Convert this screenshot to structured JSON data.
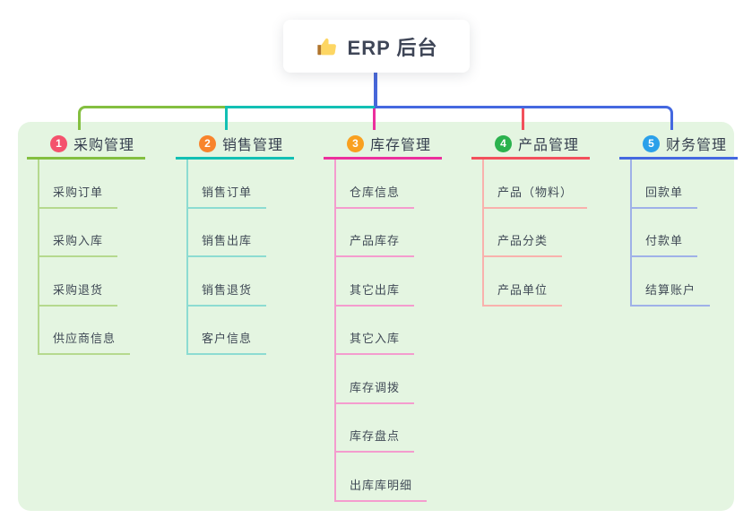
{
  "root": {
    "title": "ERP 后台",
    "icon": "thumbs-up-icon"
  },
  "colors": {
    "panel_bg": "#e4f5e1",
    "root_connector": "#4767d9"
  },
  "branches": [
    {
      "number": "1",
      "label": "采购管理",
      "line_color": "#84bf40",
      "child_line_color": "#b5d98e",
      "badge_color": "#f4526d",
      "children": [
        "采购订单",
        "采购入库",
        "采购退货",
        "供应商信息"
      ]
    },
    {
      "number": "2",
      "label": "销售管理",
      "line_color": "#12c0b4",
      "child_line_color": "#8cdcd2",
      "badge_color": "#f8842c",
      "children": [
        "销售订单",
        "销售出库",
        "销售退货",
        "客户信息"
      ]
    },
    {
      "number": "3",
      "label": "库存管理",
      "line_color": "#ec2f9d",
      "child_line_color": "#f49cce",
      "badge_color": "#f9a01f",
      "children": [
        "仓库信息",
        "产品库存",
        "其它出库",
        "其它入库",
        "库存调拨",
        "库存盘点",
        "出库库明细"
      ]
    },
    {
      "number": "4",
      "label": "产品管理",
      "line_color": "#f2505c",
      "child_line_color": "#f9b1ad",
      "badge_color": "#2bb24e",
      "children": [
        "产品（物料）",
        "产品分类",
        "产品单位"
      ]
    },
    {
      "number": "5",
      "label": "财务管理",
      "line_color": "#4468e0",
      "child_line_color": "#9fb1e8",
      "badge_color": "#2ba0ea",
      "children": [
        "回款单",
        "付款单",
        "结算账户"
      ]
    }
  ]
}
